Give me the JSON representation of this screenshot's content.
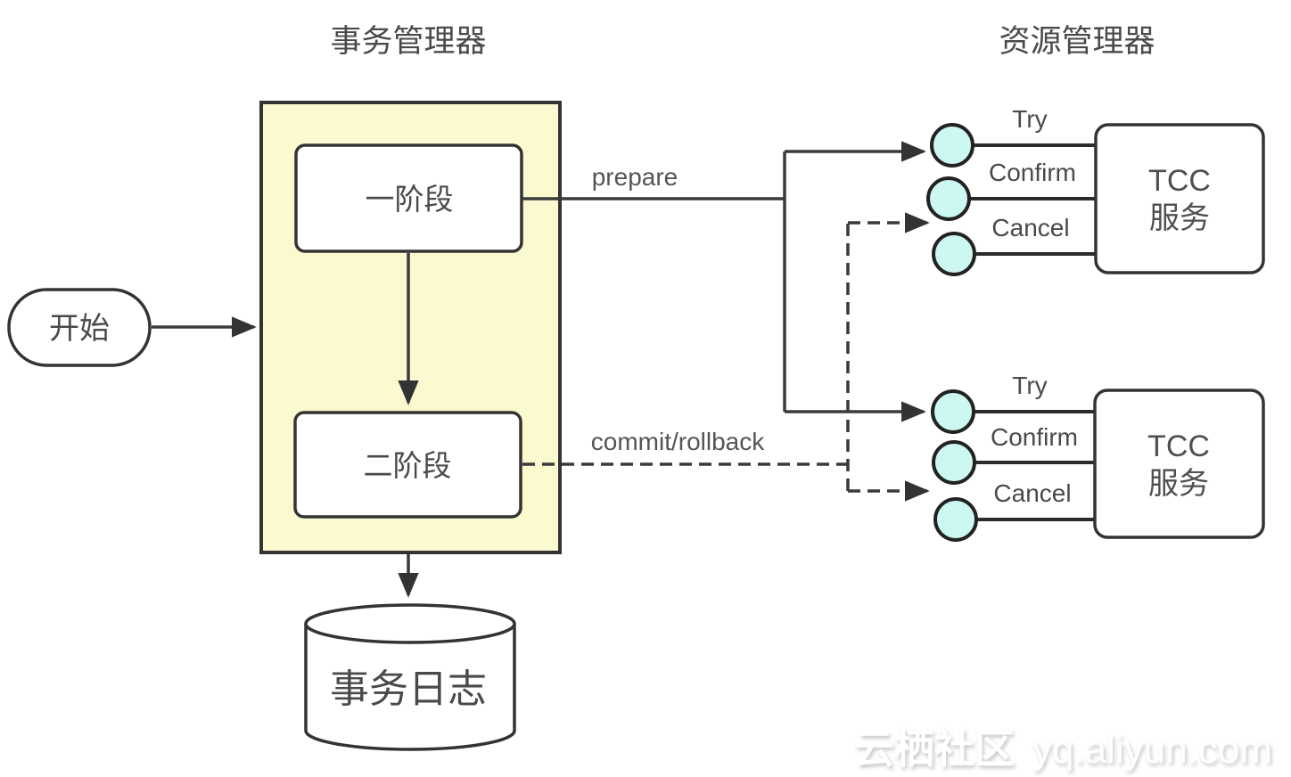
{
  "titles": {
    "left": "事务管理器",
    "right": "资源管理器"
  },
  "start": {
    "label": "开始"
  },
  "transaction_manager": {
    "phase1": "一阶段",
    "phase2": "二阶段"
  },
  "edges": {
    "prepare": "prepare",
    "commit_rollback": "commit/rollback"
  },
  "log": {
    "label": "事务日志"
  },
  "tcc_services": [
    {
      "name_line1": "TCC",
      "name_line2": "服务",
      "ports": [
        "Try",
        "Confirm",
        "Cancel"
      ]
    },
    {
      "name_line1": "TCC",
      "name_line2": "服务",
      "ports": [
        "Try",
        "Confirm",
        "Cancel"
      ]
    }
  ],
  "watermark": {
    "brand": "云栖社区",
    "url": "yq.aliyun.com"
  },
  "colors": {
    "panel_fill": "#FBF9D0",
    "node_fill": "#FFFFFF",
    "port_fill": "#CDF8F2",
    "stroke": "#333333",
    "text": "#4A4A4A"
  }
}
